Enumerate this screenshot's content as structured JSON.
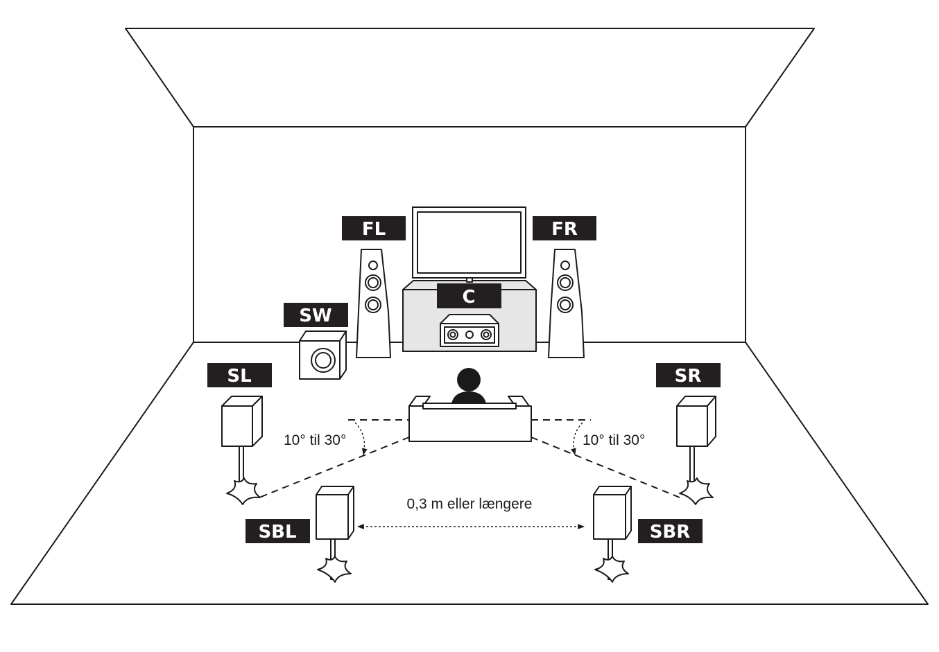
{
  "labels": {
    "fl": "FL",
    "fr": "FR",
    "c": "C",
    "sw": "SW",
    "sl": "SL",
    "sr": "SR",
    "sbl": "SBL",
    "sbr": "SBR"
  },
  "notes": {
    "angle_left": "10° til 30°",
    "angle_right": "10° til 30°",
    "distance": "0,3 m eller længere"
  },
  "colors": {
    "label_background": "#231f20",
    "label_text": "#ffffff",
    "stand_fill": "#e6e6e6"
  }
}
